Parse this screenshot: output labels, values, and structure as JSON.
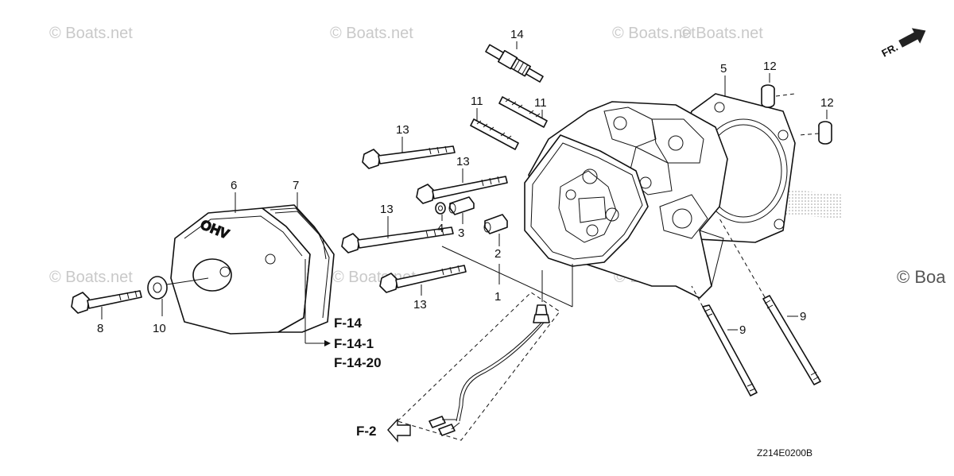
{
  "watermarks": [
    "© Boats.net",
    "© Boats.net",
    "© Boats.net",
    "© Boats.net",
    "© Boats.net",
    "© Boats.net",
    "© Boats.net",
    "© Boa"
  ],
  "direction_marker": "FR.",
  "cover_emboss": "OHV",
  "callouts": {
    "c1": "1",
    "c2": "2",
    "c3": "3",
    "c4": "4",
    "c5": "5",
    "c6": "6",
    "c7": "7",
    "c8": "8",
    "c9a": "9",
    "c9b": "9",
    "c10": "10",
    "c11a": "11",
    "c11b": "11",
    "c12a": "12",
    "c12b": "12",
    "c13a": "13",
    "c13b": "13",
    "c13c": "13",
    "c13d": "13",
    "c14": "14"
  },
  "references": {
    "f14": "F-14",
    "f14_1": "F-14-1",
    "f14_20": "F-14-20",
    "f2": "F-2"
  },
  "diagram_code": "Z214E0200B"
}
